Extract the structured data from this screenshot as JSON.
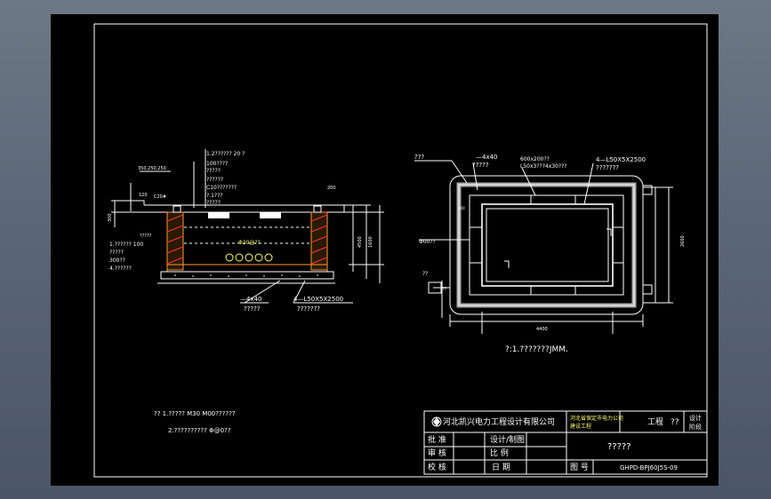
{
  "section_view": {
    "top_labels": [
      "1.2??????  20  ?",
      "100????",
      "?????",
      "??????",
      "C10???????",
      "?.1???",
      "?????"
    ],
    "left_dims": [
      "350,250,250",
      "C20#",
      "300",
      "120",
      "?????"
    ],
    "left_labels": [
      "1.?????? 100",
      "?????",
      "300??",
      "4.??????"
    ],
    "rebar_label": "Φ20@??",
    "right_dims": [
      "200",
      "1600",
      "4500"
    ],
    "bottom_labels": [
      "—4x40",
      "?????",
      "4—L50X5X2500",
      "???????"
    ]
  },
  "plan_view": {
    "title_left": "???",
    "top_labels": [
      "—4x40",
      "?????",
      "600x200??",
      "L50x3???4x30???",
      "4—L50X5X2500",
      "???????"
    ],
    "side_labels": [
      "Φ00??",
      "??",
      "300"
    ],
    "dims": [
      "4400",
      "2600",
      "??"
    ],
    "note": "?:1.???????JMM."
  },
  "notes": {
    "line1": "??  1.?????  M30  M00??????",
    "line2": "2.??????????  Φ@0??"
  },
  "title_block": {
    "company": "河北凯兴电力工程设计有限公司",
    "project_desc_1": "河北省保定市电力公司",
    "project_desc_2": "建设工程",
    "engineering_label": "工程",
    "engineering_value": "??",
    "design_stage_1": "设计",
    "design_stage_2": "阶段",
    "approve": "批 准",
    "review": "审 核",
    "check": "校 核",
    "design_draw": "设计/制图",
    "scale": "比 例",
    "date": "日 期",
    "drawing_title": "?????",
    "drawing_no_label": "图 号",
    "drawing_no": "GHPD-BPJ60J5S-09"
  }
}
